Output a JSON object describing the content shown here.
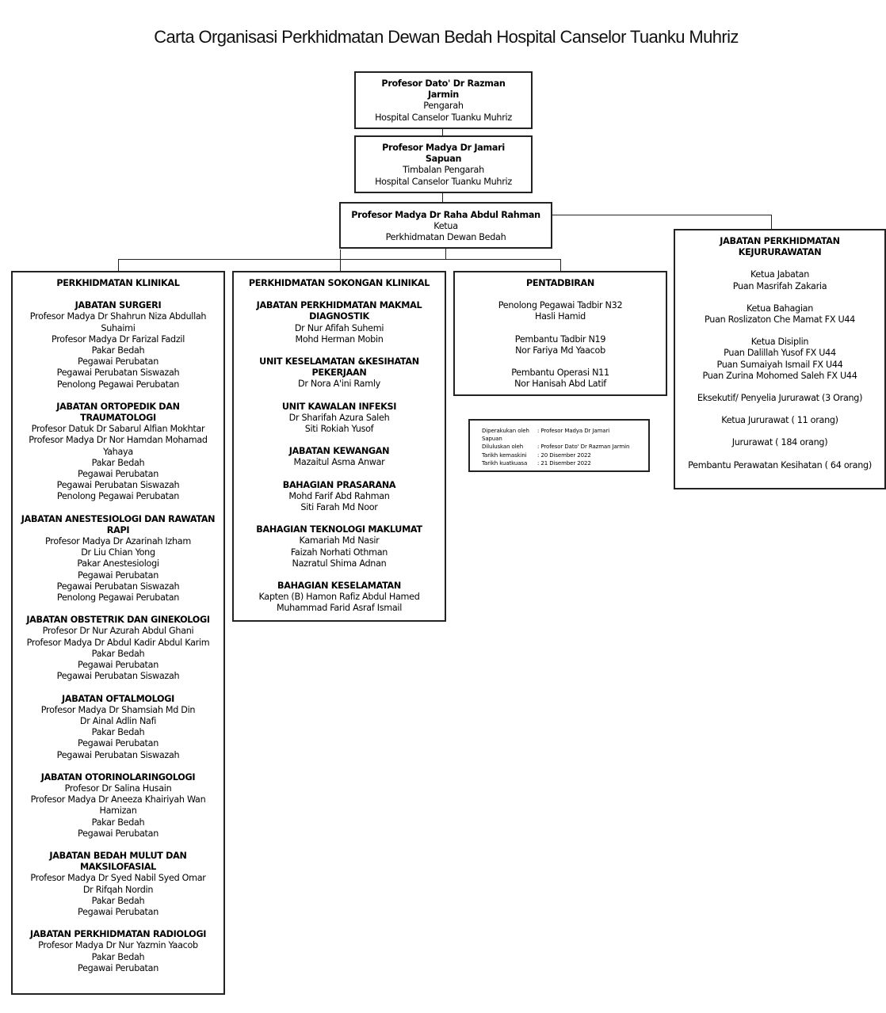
{
  "title": "Carta Organisasi Perkhidmatan Dewan Bedah Hospital Canselor Tuanku Muhriz",
  "pengarah": {
    "name": "Profesor Dato' Dr Razman Jarmin",
    "role": "Pengarah",
    "org": "Hospital Canselor Tuanku Muhriz"
  },
  "timbalan": {
    "name": "Profesor Madya Dr Jamari Sapuan",
    "role": "Timbalan Pengarah",
    "org": "Hospital Canselor Tuanku Muhriz"
  },
  "ketua": {
    "name": "Profesor Madya Dr Raha Abdul Rahman",
    "role": "Ketua",
    "org": "Perkhidmatan Dewan Bedah"
  },
  "klinikal": {
    "title": "PERKHIDMATAN KLINIKAL",
    "sections": [
      {
        "heading": "JABATAN SURGERI",
        "lines": [
          "Profesor Madya Dr Shahrun Niza Abdullah Suhaimi",
          "Profesor Madya Dr Farizal Fadzil",
          "Pakar Bedah",
          "Pegawai Perubatan",
          "Pegawai Perubatan Siswazah",
          "Penolong Pegawai Perubatan"
        ]
      },
      {
        "heading": "JABATAN ORTOPEDIK DAN TRAUMATOLOGI",
        "lines": [
          "Profesor Datuk Dr Sabarul Alfian Mokhtar",
          "Profesor Madya Dr Nor Hamdan Mohamad Yahaya",
          "Pakar Bedah",
          "Pegawai Perubatan",
          "Pegawai Perubatan Siswazah",
          "Penolong Pegawai Perubatan"
        ]
      },
      {
        "heading": "JABATAN ANESTESIOLOGI DAN RAWATAN RAPI",
        "lines": [
          "Profesor Madya Dr Azarinah Izham",
          "Dr Liu Chian Yong",
          "Pakar Anestesiologi",
          "Pegawai Perubatan",
          "Pegawai Perubatan Siswazah",
          "Penolong Pegawai Perubatan"
        ]
      },
      {
        "heading": "JABATAN OBSTETRIK DAN GINEKOLOGI",
        "lines": [
          "Profesor Dr Nur Azurah Abdul Ghani",
          "Profesor Madya Dr Abdul Kadir Abdul Karim",
          "Pakar Bedah",
          "Pegawai Perubatan",
          "Pegawai Perubatan Siswazah"
        ]
      },
      {
        "heading": "JABATAN OFTALMOLOGI",
        "lines": [
          "Profesor Madya Dr Shamsiah Md Din",
          "Dr Ainal Adlin Nafi",
          "Pakar Bedah",
          "Pegawai Perubatan",
          "Pegawai Perubatan Siswazah"
        ]
      },
      {
        "heading": "JABATAN OTORINOLARINGOLOGI",
        "lines": [
          "Profesor Dr Salina Husain",
          "Profesor Madya Dr Aneeza Khairiyah Wan Hamizan",
          "Pakar Bedah",
          "Pegawai Perubatan"
        ]
      },
      {
        "heading": "JABATAN BEDAH MULUT DAN MAKSILOFASIAL",
        "lines": [
          "Profesor Madya Dr Syed Nabil Syed Omar",
          "Dr Rifqah Nordin",
          "Pakar Bedah",
          "Pegawai Perubatan"
        ]
      },
      {
        "heading": "JABATAN PERKHIDMATAN RADIOLOGI",
        "lines": [
          "Profesor Madya Dr Nur Yazmin Yaacob",
          "Pakar Bedah",
          "Pegawai Perubatan"
        ]
      }
    ]
  },
  "sokongan": {
    "title": "PERKHIDMATAN SOKONGAN KLINIKAL",
    "sections": [
      {
        "heading": "JABATAN PERKHIDMATAN MAKMAL DIAGNOSTIK",
        "lines": [
          "Dr Nur Afifah Suhemi",
          "Mohd Herman Mobin"
        ]
      },
      {
        "heading": "UNIT KESELAMATAN &KESIHATAN PEKERJAAN",
        "lines": [
          "Dr Nora A'ini Ramly"
        ]
      },
      {
        "heading": "UNIT KAWALAN INFEKSI",
        "lines": [
          "Dr Sharifah Azura Saleh",
          "Siti Rokiah Yusof"
        ]
      },
      {
        "heading": "JABATAN KEWANGAN",
        "lines": [
          "Mazaitul Asma Anwar"
        ]
      },
      {
        "heading": "BAHAGIAN PRASARANA",
        "lines": [
          "Mohd Farif Abd Rahman",
          "Siti Farah Md Noor"
        ]
      },
      {
        "heading": "BAHAGIAN TEKNOLOGI MAKLUMAT",
        "lines": [
          "Kamariah Md Nasir",
          "Faizah Norhati Othman",
          "Nazratul Shima Adnan"
        ]
      },
      {
        "heading": "BAHAGIAN KESELAMATAN",
        "lines": [
          "Kapten (B) Hamon Rafiz Abdul Hamed",
          "Muhammad Farid Asraf Ismail"
        ]
      }
    ]
  },
  "pentadbiran": {
    "title": "PENTADBIRAN",
    "sections": [
      {
        "lines": [
          "Penolong Pegawai Tadbir N32",
          "Hasli Hamid"
        ]
      },
      {
        "lines": [
          "Pembantu Tadbir N19",
          "Nor Fariya Md Yaacob"
        ]
      },
      {
        "lines": [
          "Pembantu Operasi N11",
          "Nor Hanisah Abd Latif"
        ]
      }
    ]
  },
  "kejururawatan": {
    "title": "JABATAN PERKHIDMATAN KEJURURAWATAN",
    "sections": [
      {
        "lines": [
          "Ketua Jabatan",
          "Puan Masrifah Zakaria"
        ]
      },
      {
        "lines": [
          "Ketua Bahagian",
          "Puan Roslizaton Che Mamat FX U44"
        ]
      },
      {
        "lines": [
          "Ketua Disiplin",
          "Puan Dalillah Yusof FX U44",
          "Puan Sumaiyah Ismail FX U44",
          "Puan Zurina Mohomed Saleh FX U44"
        ]
      },
      {
        "lines": [
          "Eksekutif/ Penyelia Jururawat (3 Orang)"
        ]
      },
      {
        "lines": [
          "Ketua Jururawat ( 11 orang)"
        ]
      },
      {
        "lines": [
          "Jururawat ( 184 orang)"
        ]
      },
      {
        "lines": [
          "Pembantu Perawatan Kesihatan ( 64 orang)"
        ]
      }
    ]
  },
  "notes": {
    "rows": [
      {
        "label": "Diperakukan oleh",
        "value": ": Profesor Madya Dr Jamari"
      },
      {
        "label": "Sapuan",
        "value": ""
      },
      {
        "label": "Diluluskan oleh",
        "value": ": Profesor Dato' Dr Razman Jarmin"
      },
      {
        "label": "Tarikh kemaskini",
        "value": ": 20 Disember 2022"
      },
      {
        "label": "Tarikh kuatkuasa",
        "value": ": 21 Disember 2022"
      }
    ]
  }
}
